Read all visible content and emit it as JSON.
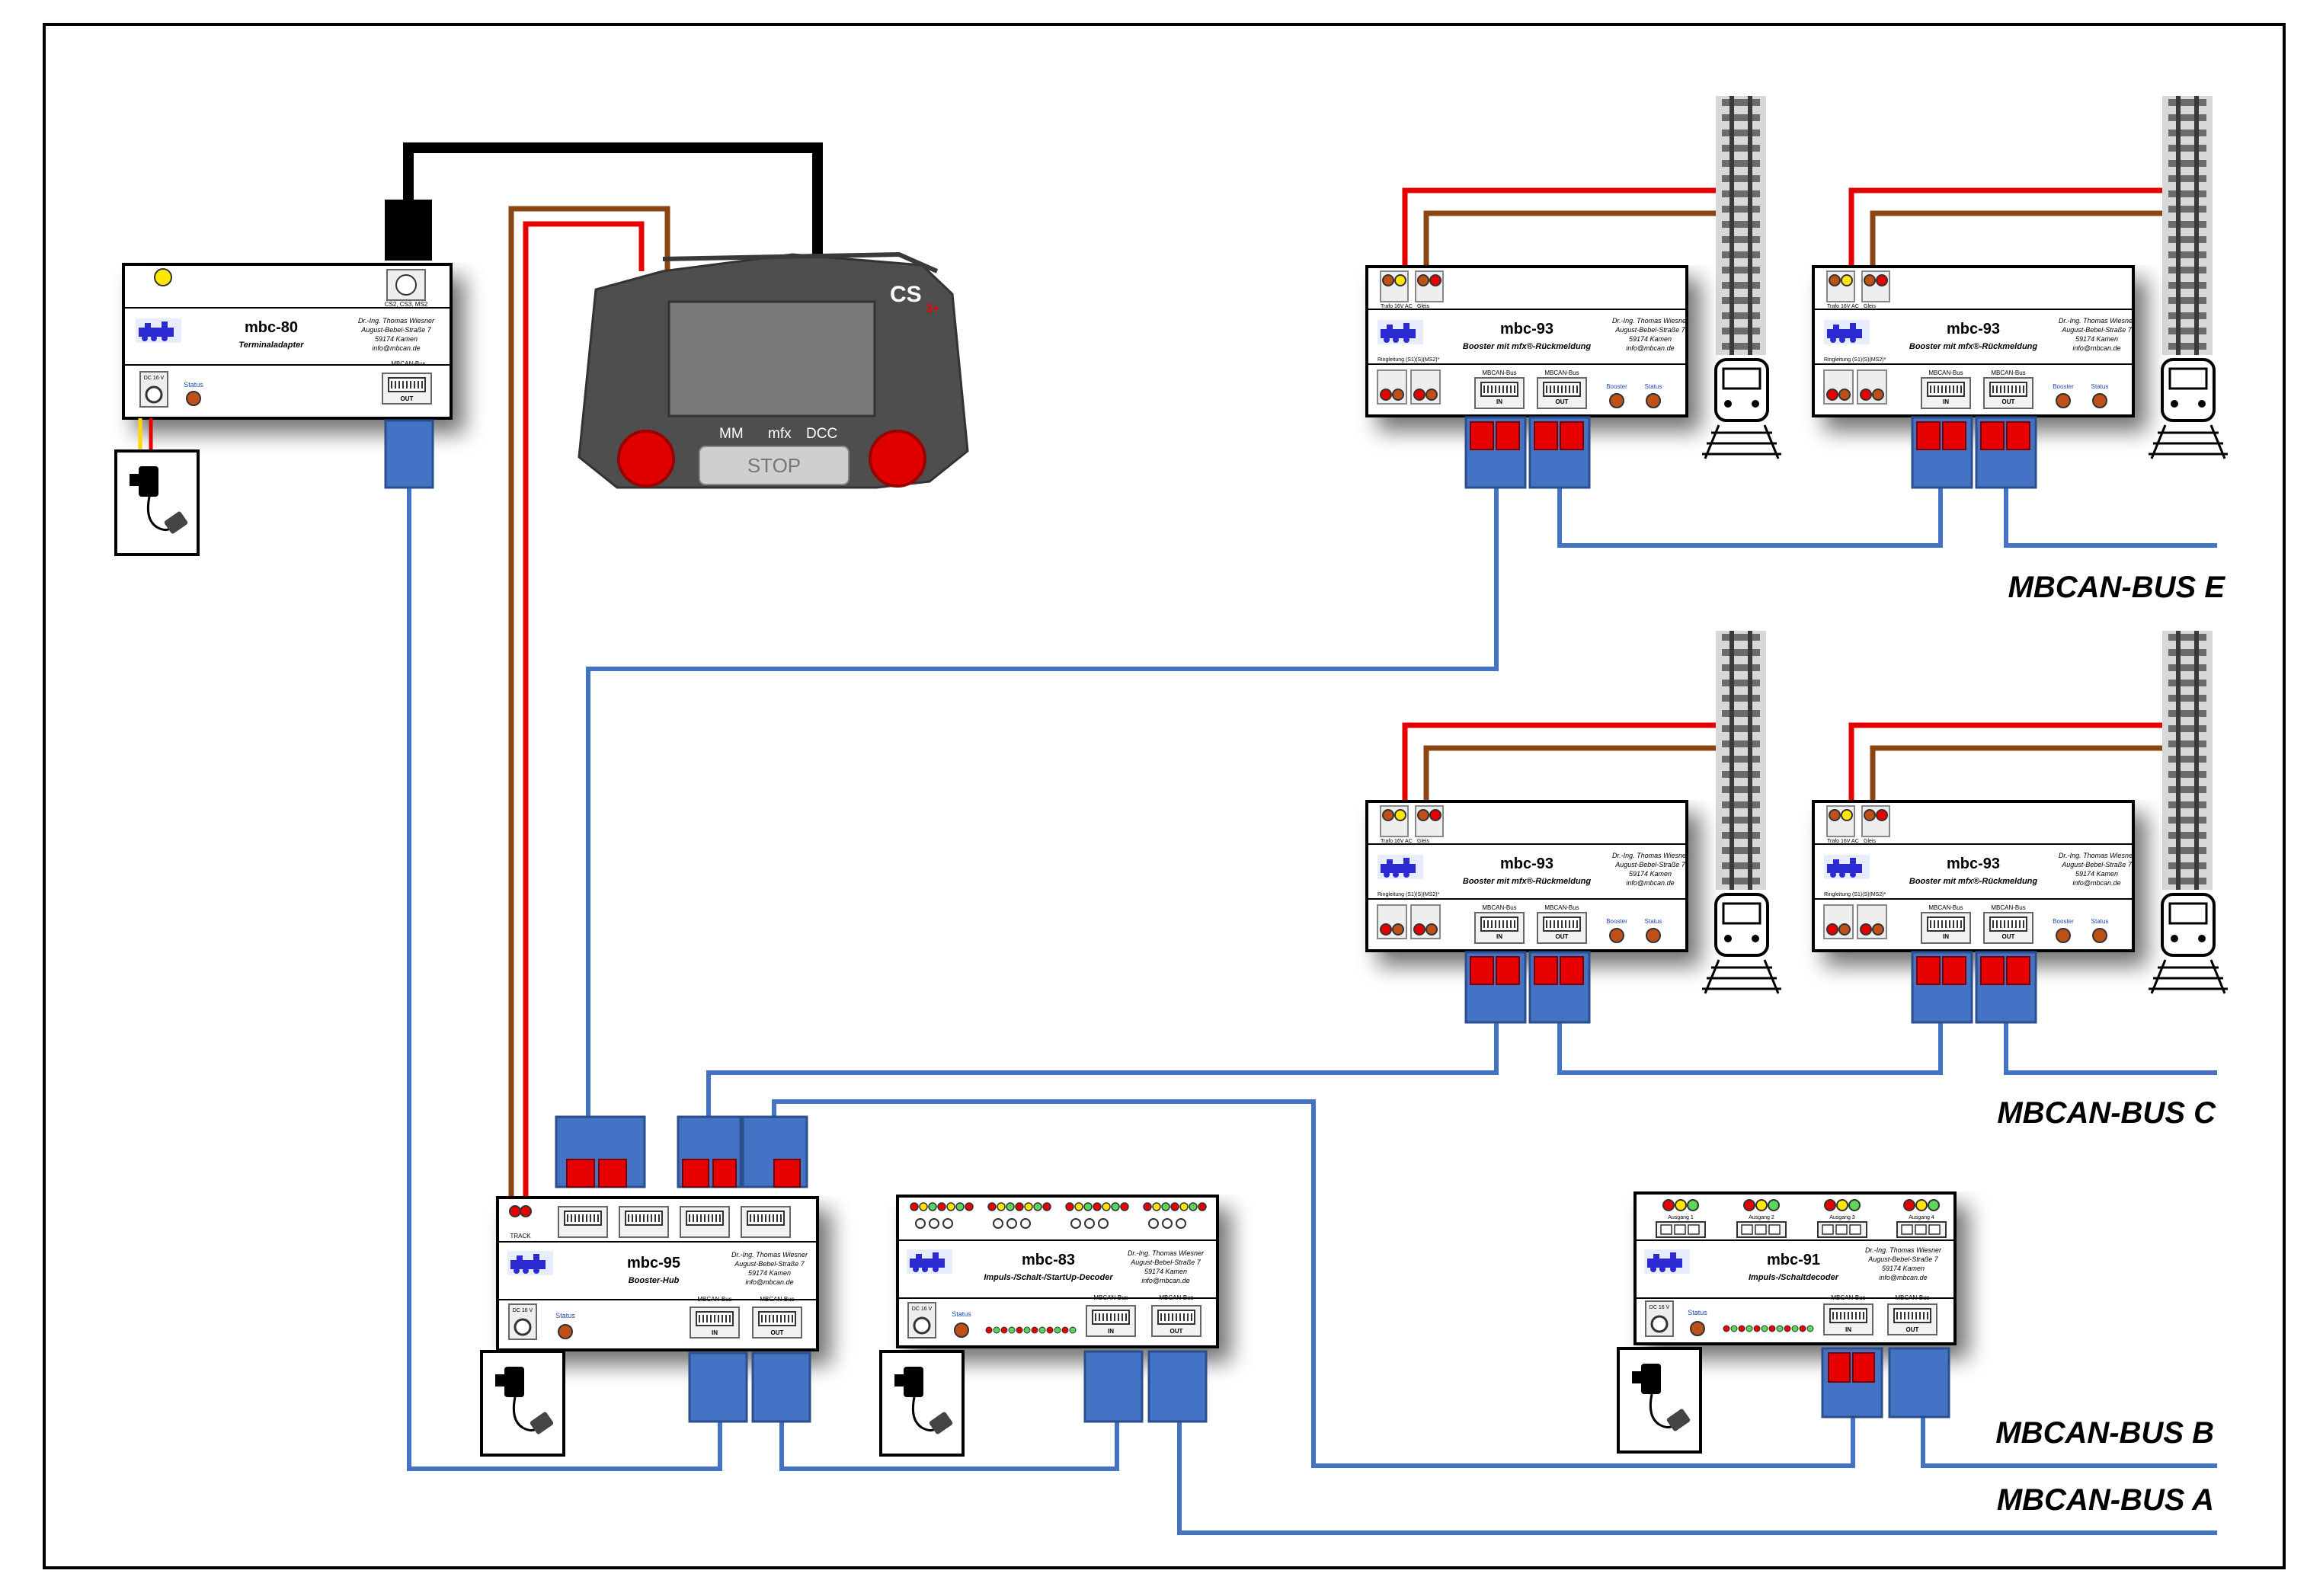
{
  "modules": {
    "mbc80": {
      "name": "mbc-80",
      "subtitle": "Terminaladapter",
      "port_top": "CS2, CS3, MS2",
      "power_label": "DC 16 V",
      "status_label": "Status",
      "bus_label": "MBCAN-Bus",
      "out_label": "OUT"
    },
    "mbc95": {
      "name": "mbc-95",
      "subtitle": "Booster-Hub",
      "power_label": "DC 16 V",
      "status_label": "Status",
      "bus_label": "MBCAN-Bus",
      "in_label": "IN",
      "out_label": "OUT",
      "track_label": "TRACK"
    },
    "mbc83": {
      "name": "mbc-83",
      "subtitle": "Impuls-/Schalt-/StartUp-Decoder",
      "power_label": "DC 16 V",
      "status_label": "Status",
      "bus_label": "MBCAN-Bus",
      "in_label": "IN",
      "out_label": "OUT"
    },
    "mbc91": {
      "name": "mbc-91",
      "subtitle": "Impuls-/Schaltdecoder",
      "power_label": "DC 16 V",
      "status_label": "Status",
      "bus_label": "MBCAN-Bus",
      "in_label": "IN",
      "out_label": "OUT",
      "outputs": [
        "Ausgang 1",
        "Ausgang 2",
        "Ausgang 3",
        "Ausgang 4"
      ]
    },
    "mbc93": {
      "name": "mbc-93",
      "subtitle": "Booster mit mfx®-Rückmeldung",
      "trafo_label": "Trafo 16V AC",
      "gleis_label": "Gleis",
      "ring_label": "Ringleitung (S1)(S)(MS2)*",
      "bus_label": "MBCAN-Bus",
      "in_label": "IN",
      "out_label": "OUT",
      "booster_label": "Booster",
      "status_label": "Status"
    }
  },
  "address": {
    "line1": "Dr.-Ing. Thomas Wiesner",
    "line2": "August-Bebel-Straße 7",
    "line3": "59174 Kamen",
    "line4": "info@mbcan.de"
  },
  "central": {
    "logo": "CS",
    "logo_sup": "3+",
    "mode1": "MM",
    "mode2": "mfx",
    "mode3": "DCC",
    "stop": "STOP"
  },
  "buses": {
    "e": "MBCAN-BUS E",
    "c": "MBCAN-BUS C",
    "b": "MBCAN-BUS B",
    "a": "MBCAN-BUS A"
  },
  "colors": {
    "bus_wire": "#4472c4",
    "track_red": "#e60000",
    "track_brown": "#8b4513",
    "cable_black": "#000000",
    "connector_blue": "#4472c4",
    "connector_red": "#e60000"
  }
}
